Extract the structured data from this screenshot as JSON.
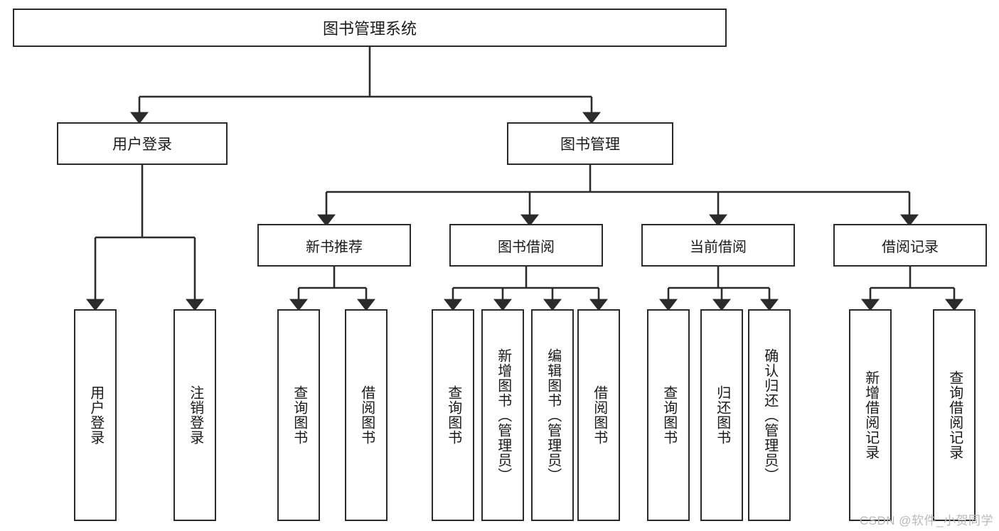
{
  "diagram": {
    "title": "图书管理系统",
    "type": "hierarchy-tree",
    "root": {
      "label": "图书管理系统"
    },
    "level1": [
      {
        "label": "用户登录"
      },
      {
        "label": "图书管理"
      }
    ],
    "level2": [
      {
        "label": "新书推荐"
      },
      {
        "label": "图书借阅"
      },
      {
        "label": "当前借阅"
      },
      {
        "label": "借阅记录"
      }
    ],
    "leaves": {
      "user_login": [
        {
          "label": "用户登录"
        },
        {
          "label": "注销登录"
        }
      ],
      "new_book_recommend": [
        {
          "label": "查询图书"
        },
        {
          "label": "借阅图书"
        }
      ],
      "book_borrow": [
        {
          "label": "查询图书"
        },
        {
          "label": "新增图书（管理员）"
        },
        {
          "label": "编辑图书（管理员）"
        },
        {
          "label": "借阅图书"
        }
      ],
      "current_borrow": [
        {
          "label": "查询图书"
        },
        {
          "label": "归还图书"
        },
        {
          "label": "确认归还（管理员）"
        }
      ],
      "borrow_record": [
        {
          "label": "新增借阅记录"
        },
        {
          "label": "查询借阅记录"
        }
      ]
    }
  },
  "watermark": {
    "text": "CSDN @软件_小贺同学"
  },
  "colors": {
    "line": "#2b2b2b",
    "box_fill": "#ffffff",
    "text": "#1a1a1a",
    "watermark": "#b9b9b9"
  }
}
